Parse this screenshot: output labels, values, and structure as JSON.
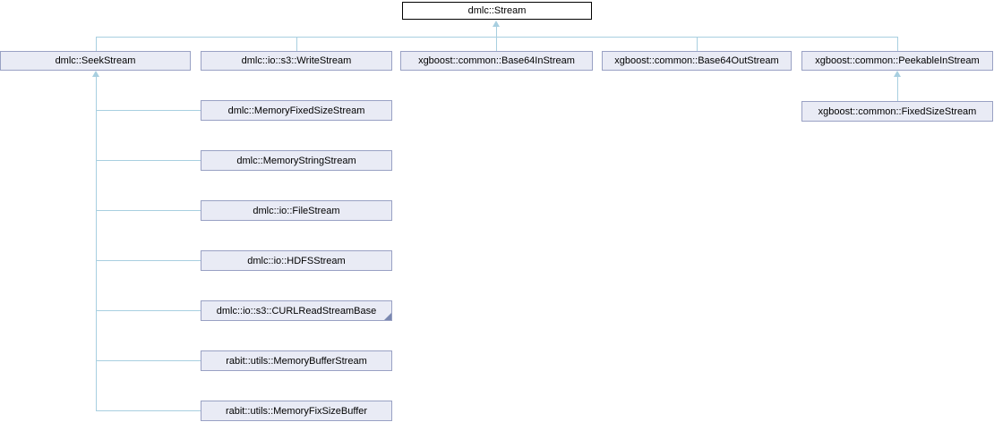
{
  "diagram": {
    "type": "class-inheritance-diagram",
    "root": {
      "label": "dmlc::Stream"
    },
    "row2": [
      {
        "label": "dmlc::SeekStream"
      },
      {
        "label": "dmlc::io::s3::WriteStream"
      },
      {
        "label": "xgboost::common::Base64InStream"
      },
      {
        "label": "xgboost::common::Base64OutStream"
      },
      {
        "label": "xgboost::common::PeekableInStream"
      }
    ],
    "peekable_children": [
      {
        "label": "xgboost::common::FixedSizeStream"
      }
    ],
    "seekstream_children": [
      {
        "label": "dmlc::MemoryFixedSizeStream",
        "has_subclasses": false
      },
      {
        "label": "dmlc::MemoryStringStream",
        "has_subclasses": false
      },
      {
        "label": "dmlc::io::FileStream",
        "has_subclasses": false
      },
      {
        "label": "dmlc::io::HDFSStream",
        "has_subclasses": false
      },
      {
        "label": "dmlc::io::s3::CURLReadStreamBase",
        "has_subclasses": true
      },
      {
        "label": "rabit::utils::MemoryBufferStream",
        "has_subclasses": false
      },
      {
        "label": "rabit::utils::MemoryFixSizeBuffer",
        "has_subclasses": false
      }
    ],
    "colors": {
      "node_fill": "#E9EBF5",
      "node_border": "#99A1C4",
      "root_fill": "#FFFFFF",
      "root_border": "#000000",
      "edge": "#A8CFE0",
      "fold": "#7A88B0"
    }
  }
}
